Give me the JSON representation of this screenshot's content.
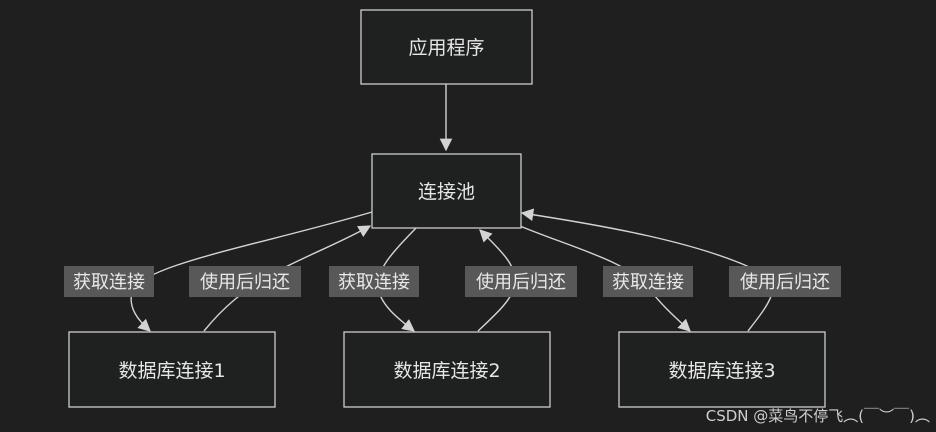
{
  "nodes": {
    "app": "应用程序",
    "pool": "连接池",
    "db1": "数据库连接1",
    "db2": "数据库连接2",
    "db3": "数据库连接3"
  },
  "edges": {
    "acquire_label": "获取连接",
    "release_label": "使用后归还"
  },
  "watermark": "CSDN @菜鸟不停飞︵(￣︶￣)︵"
}
